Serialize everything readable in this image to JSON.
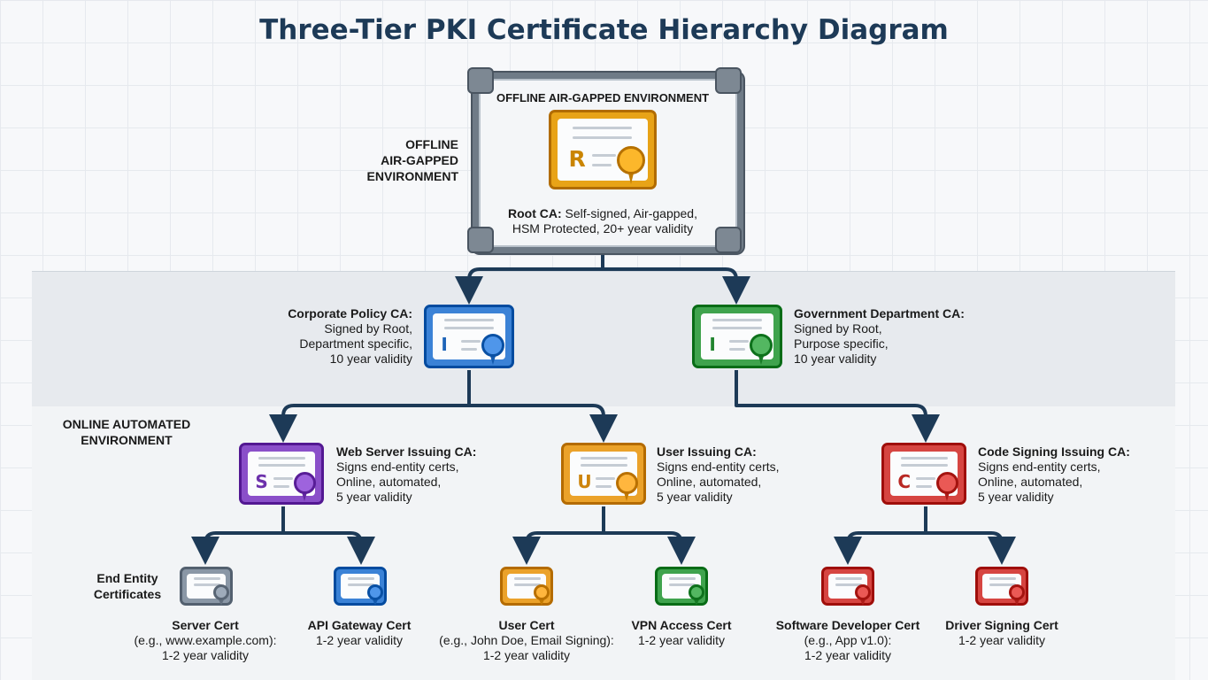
{
  "title": "Three-Tier PKI Certificate Hierarchy Diagram",
  "offline_zone": {
    "frame_label": "OFFLINE AIR-GAPPED ENVIRONMENT",
    "side_label_1": "OFFLINE",
    "side_label_2": "AIR-GAPPED",
    "side_label_3": "ENVIRONMENT"
  },
  "online_zone": {
    "label_1": "ONLINE AUTOMATED",
    "label_2": "ENVIRONMENT"
  },
  "root": {
    "letter": "R",
    "color": "#e8a317",
    "title": "Root CA:",
    "line1": " Self-signed, Air-gapped,",
    "line2": "HSM Protected, 20+ year validity"
  },
  "policy_cas": [
    {
      "letter": "I",
      "color": "#3b82d6",
      "title": "Corporate Policy CA:",
      "lines": [
        "Signed by Root,",
        "Department specific,",
        "10 year validity"
      ]
    },
    {
      "letter": "I",
      "color": "#3fa34d",
      "title": "Government Department CA:",
      "lines": [
        "Signed by Root,",
        "Purpose specific,",
        "10 year validity"
      ]
    }
  ],
  "issuing_cas": [
    {
      "letter": "S",
      "color": "#8a4fc9",
      "title": "Web Server Issuing CA:",
      "lines": [
        "Signs end-entity certs,",
        "Online, automated,",
        "5 year validity"
      ]
    },
    {
      "letter": "U",
      "color": "#eba22a",
      "title": "User Issuing CA:",
      "lines": [
        "Signs end-entity certs,",
        "Online, automated,",
        "5 year validity"
      ]
    },
    {
      "letter": "C",
      "color": "#d64541",
      "title": "Code Signing Issuing CA:",
      "lines": [
        "Signs end-entity certs,",
        "Online, automated,",
        "5 year validity"
      ]
    }
  ],
  "end_entity_label_1": "End Entity",
  "end_entity_label_2": "Certificates",
  "end_entities": [
    {
      "title": "Server Cert",
      "lines": [
        "(e.g., www.example.com):",
        "1-2 year validity"
      ],
      "color": "#8a97a6"
    },
    {
      "title": "API Gateway Cert",
      "lines": [
        "1-2 year validity"
      ],
      "color": "#3b82d6"
    },
    {
      "title": "User Cert",
      "lines": [
        "(e.g., John Doe, Email Signing):",
        "1-2 year validity"
      ],
      "color": "#eba22a"
    },
    {
      "title": "VPN Access Cert",
      "lines": [
        "1-2 year validity"
      ],
      "color": "#3fa34d"
    },
    {
      "title": "Software Developer Cert",
      "lines": [
        "(e.g., App v1.0):",
        "1-2 year validity"
      ],
      "color": "#d64541"
    },
    {
      "title": "Driver Signing Cert",
      "lines": [
        "1-2 year validity"
      ],
      "color": "#d64541"
    }
  ]
}
